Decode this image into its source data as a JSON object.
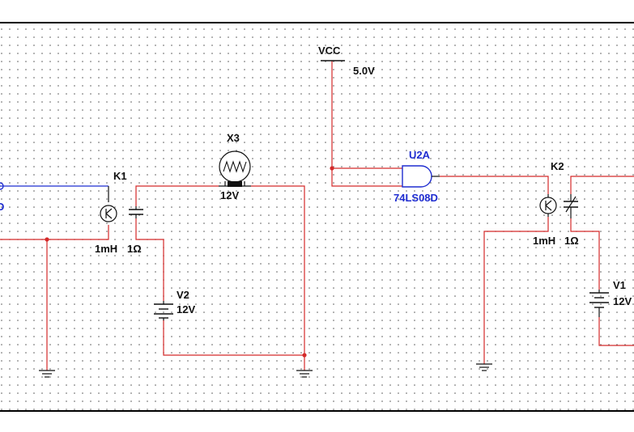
{
  "title": "",
  "colors": {
    "background": "#ffffff",
    "grid_dot": "#5a5a5a",
    "wire_red": "#d42a2a",
    "wire_blue": "#1f2dd0",
    "component": "#111111",
    "label_blue": "#1f2dd0",
    "border": "#000000"
  },
  "components": {
    "vcc": {
      "ref": "VCC",
      "value": "5.0V"
    },
    "gate": {
      "ref": "U2A",
      "part": "74LS08D"
    },
    "relay_k1": {
      "ref": "K1",
      "inductance": "1mH",
      "resistance": "1Ω"
    },
    "relay_k2": {
      "ref": "K2",
      "inductance": "1mH",
      "resistance": "1Ω"
    },
    "lamp_x3": {
      "ref": "X3",
      "value": "12V"
    },
    "battery_v2": {
      "ref": "V2",
      "value": "12V"
    },
    "battery_v1": {
      "ref": "V1",
      "value": "12V"
    },
    "partial_left_label": "D"
  }
}
